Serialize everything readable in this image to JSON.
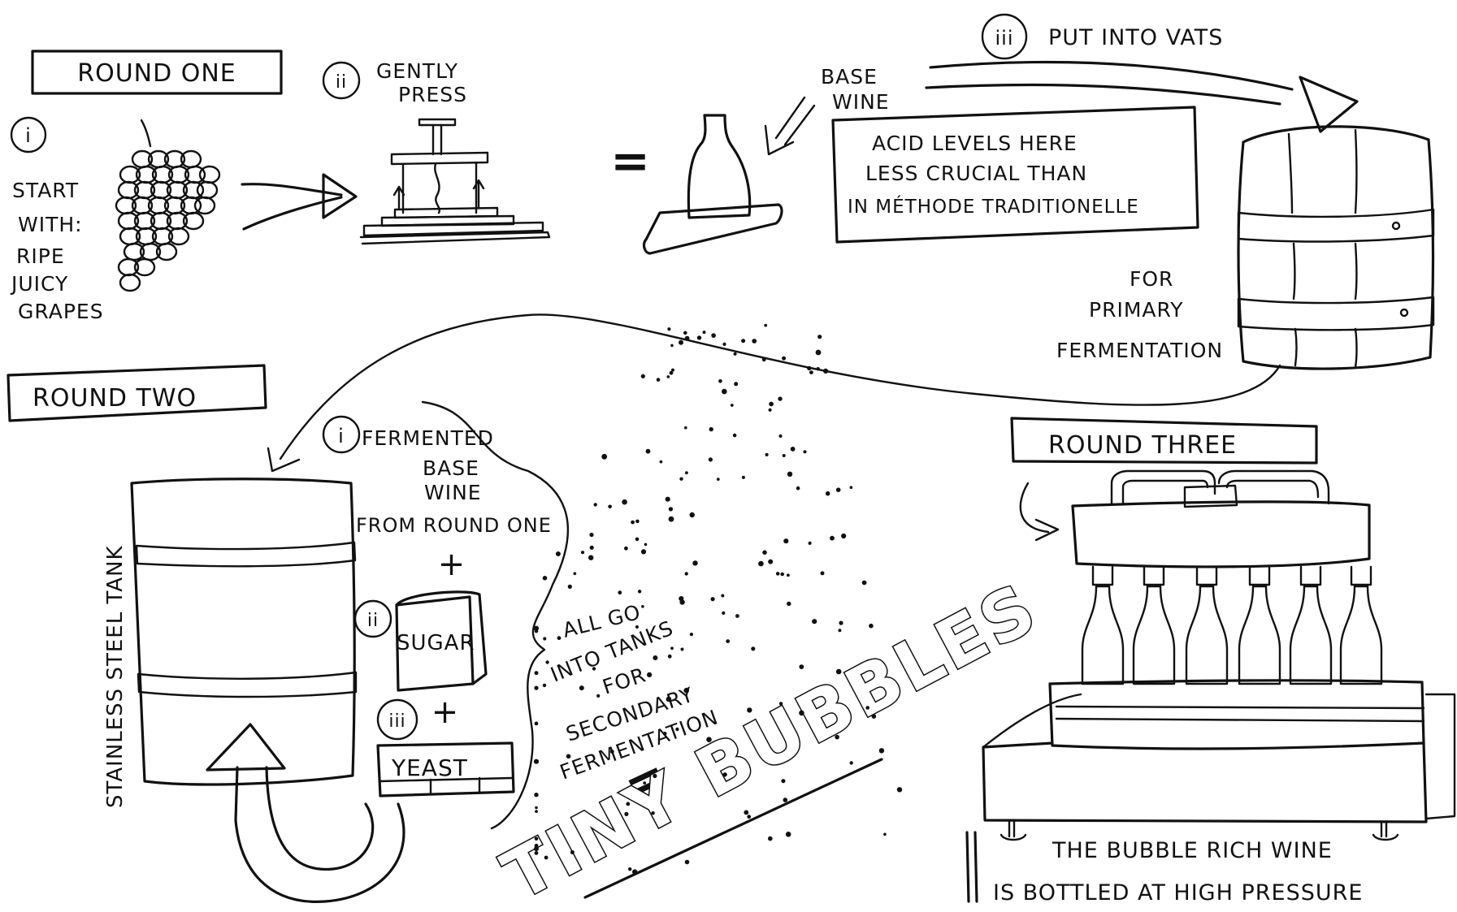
{
  "round_one": {
    "title": "ROUND ONE",
    "step1": {
      "num": "i",
      "lines": [
        "START",
        "WITH:",
        "RIPE",
        "JUICY",
        "GRAPES"
      ]
    },
    "step2": {
      "num": "ii",
      "lines": [
        "GENTLY",
        "PRESS"
      ]
    },
    "equals": "=",
    "base_wine_lines": [
      "BASE",
      "WINE"
    ],
    "note_lines": [
      "ACID LEVELS HERE",
      "LESS CRUCIAL THAN",
      "IN MÉTHODE TRADITIONELLE"
    ],
    "step3": {
      "num": "iii",
      "label": "PUT INTO VATS"
    },
    "vat_caption": [
      "FOR",
      "PRIMARY",
      "FERMENTATION"
    ]
  },
  "round_two": {
    "title": "ROUND TWO",
    "tank_label": "STAINLESS STEEL TANK",
    "step1": {
      "num": "i",
      "lines": [
        "FERMENTED",
        "BASE",
        "WINE",
        "FROM ROUND ONE"
      ]
    },
    "plus": "+",
    "step2": {
      "num": "ii",
      "label": "SUGAR"
    },
    "step3": {
      "num": "iii",
      "label": "YEAST"
    },
    "secondary_lines": [
      "ALL GO",
      "INTO TANKS",
      "FOR",
      "SECONDARY",
      "FERMENTATION"
    ],
    "equals": "=",
    "tiny_bubbles": "TINY BUBBLES"
  },
  "round_three": {
    "title": "ROUND THREE",
    "caption_lines": [
      "THE BUBBLE RICH WINE",
      "IS BOTTLED AT HIGH PRESSURE"
    ]
  }
}
